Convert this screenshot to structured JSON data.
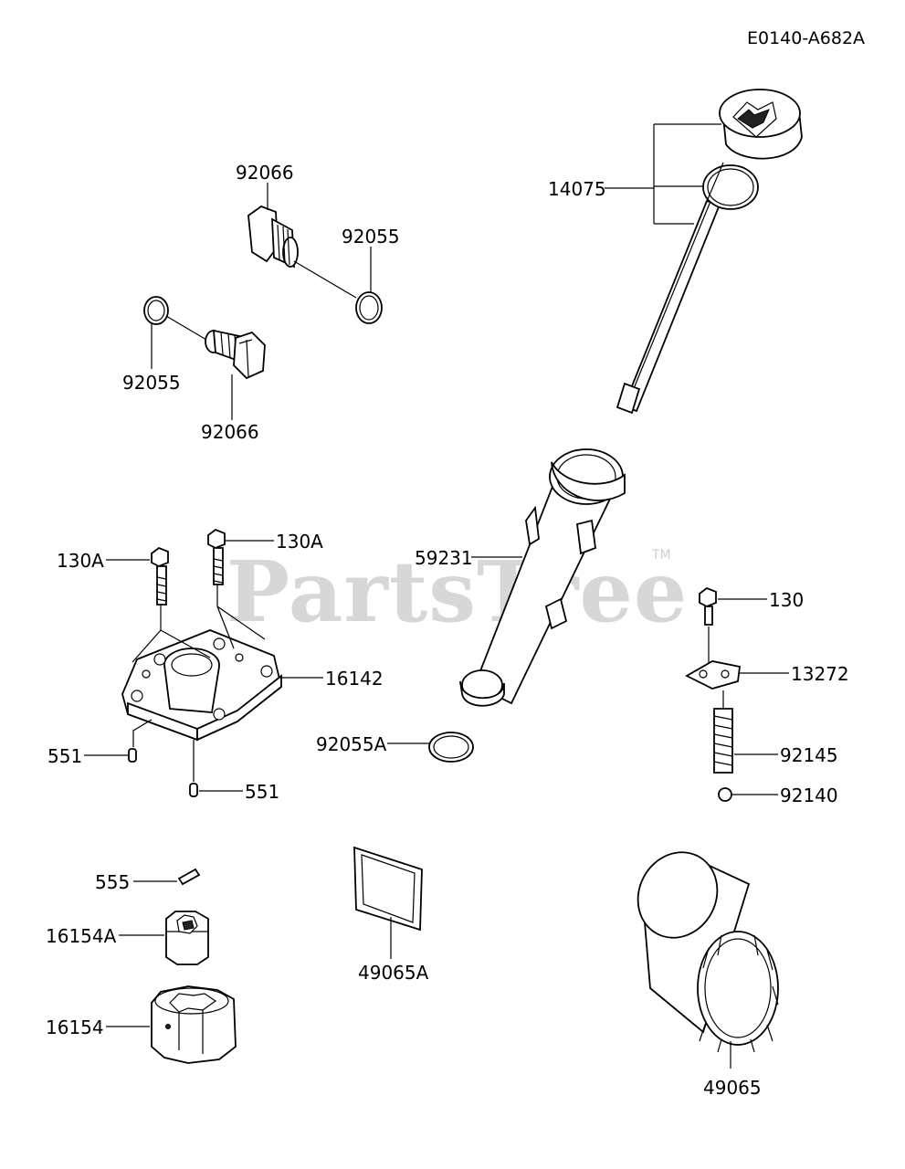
{
  "diagram_code": "E0140-A682A",
  "watermark": {
    "text": "PartsTree",
    "tm": "TM"
  },
  "labels": {
    "p14075": "14075",
    "p92066_top": "92066",
    "p92055_right": "92055",
    "p92055_left": "92055",
    "p92066_bottom": "92066",
    "p59231": "59231",
    "p130A_right": "130A",
    "p130A_left": "130A",
    "p16142": "16142",
    "p551_left": "551",
    "p551_bottom": "551",
    "p92055A": "92055A",
    "p130": "130",
    "p13272": "13272",
    "p92145": "92145",
    "p92140": "92140",
    "p555": "555",
    "p16154A": "16154A",
    "p16154": "16154",
    "p49065A": "49065A",
    "p49065": "49065"
  }
}
